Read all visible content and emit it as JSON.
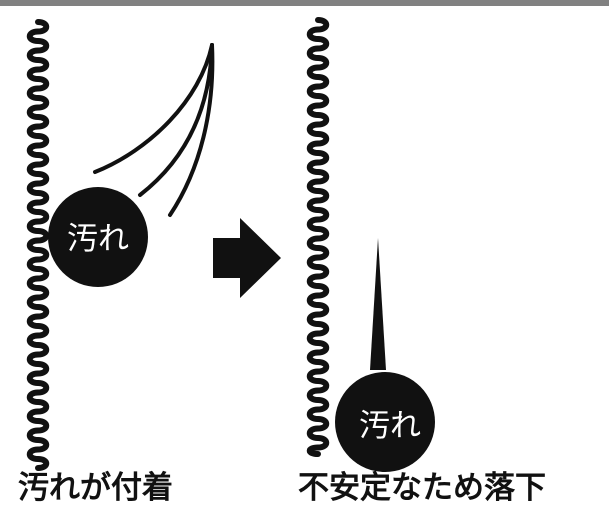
{
  "colors": {
    "ink": "#111111",
    "label_text": "#ffffff",
    "background": "#ffffff"
  },
  "panels": {
    "before": {
      "dirt_label": "汚れ",
      "caption": "汚れが付着"
    },
    "after": {
      "dirt_label": "汚れ",
      "caption": "不安定なため落下"
    }
  },
  "arrow": {
    "icon": "right-arrow-icon"
  }
}
